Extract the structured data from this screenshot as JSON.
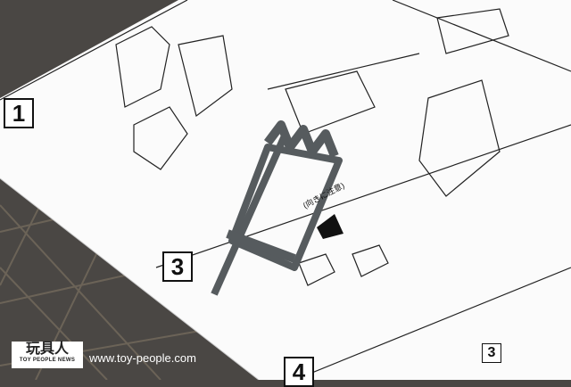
{
  "instructions": {
    "steps": [
      "1",
      "3",
      "4",
      "3"
    ],
    "caution_note": "(向きに注意)"
  },
  "watermark": {
    "logo_text": "玩具人",
    "logo_subtext": "TOY PEOPLE NEWS",
    "url": "www.toy-people.com"
  },
  "colors": {
    "mat": "#4a4744",
    "paper": "#ffffff",
    "plastic_part": "#5a5e60"
  }
}
